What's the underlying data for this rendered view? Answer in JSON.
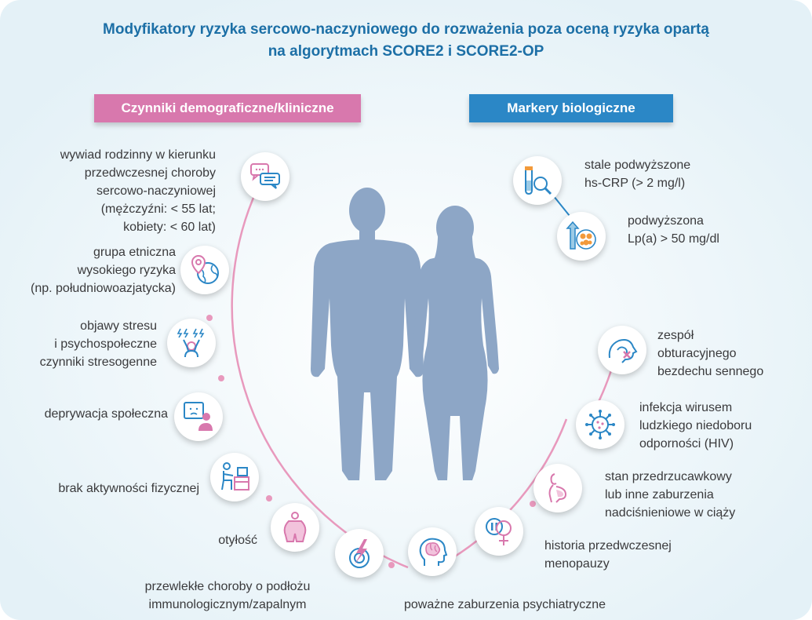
{
  "title_line1": "Modyfikatory ryzyka sercowo-naczyniowego do rozważenia poza oceną ryzyka opartą",
  "title_line2": "na algorytmach SCORE2 i SCORE2-OP",
  "left_header": "Czynniki demograficzne/kliniczne",
  "right_header": "Markery biologiczne",
  "colors": {
    "title": "#1c6fa6",
    "left_header": "#d878ad",
    "right_header": "#2b87c6",
    "silhouette": "#8da6c6",
    "ring": "#e899bd",
    "icon_pink": "#d878ad",
    "icon_blue": "#2b87c6"
  },
  "left_factors": [
    {
      "icon": "speech-bubbles-icon",
      "lines": [
        "wywiad rodzinny w kierunku",
        "przedwczesnej choroby",
        "sercowo-naczyniowej",
        "(mężczyźni: < 55 lat;",
        "kobiety: < 60 lat)"
      ]
    },
    {
      "icon": "globe-pin-icon",
      "lines": [
        "grupa etniczna",
        "wysokiego ryzyka",
        "(np. południowoazjatycka)"
      ]
    },
    {
      "icon": "stressed-person-icon",
      "lines": [
        "objawy stresu",
        "i psychospołeczne",
        "czynniki stresogenne"
      ]
    },
    {
      "icon": "sad-person-screen-icon",
      "lines": [
        "deprywacja społeczna"
      ]
    },
    {
      "icon": "person-at-desk-icon",
      "lines": [
        "brak aktywności fizycznej"
      ]
    },
    {
      "icon": "obese-body-icon",
      "lines": [
        "otyłość"
      ]
    },
    {
      "icon": "lightning-target-icon",
      "lines": [
        "przewlekłe choroby o podłożu",
        "immunologicznym/zapalnym"
      ]
    },
    {
      "icon": "brain-head-icon",
      "lines": [
        "poważne zaburzenia psychiatryczne"
      ]
    }
  ],
  "right_factors": [
    {
      "icon": "test-tube-magnifier-icon",
      "lines": [
        "stale podwyższone",
        "hs-CRP (> 2 mg/l)"
      ]
    },
    {
      "icon": "lipoprotein-arrow-icon",
      "lines": [
        "podwyższona",
        "Lp(a) > 50 mg/dl"
      ]
    },
    {
      "icon": "sleep-apnea-icon",
      "lines": [
        "zespół",
        "obturacyjnego",
        "bezdechu sennego"
      ]
    },
    {
      "icon": "virus-icon",
      "lines": [
        "infekcja wirusem",
        "ludzkiego niedoboru",
        "odporności (HIV)"
      ]
    },
    {
      "icon": "pregnant-woman-icon",
      "lines": [
        "stan przedrzucawkowy",
        "lub inne zaburzenia",
        "nadciśnieniowe w ciąży"
      ]
    },
    {
      "icon": "female-symbol-pause-icon",
      "lines": [
        "historia przedwczesnej",
        "menopauzy"
      ]
    }
  ]
}
